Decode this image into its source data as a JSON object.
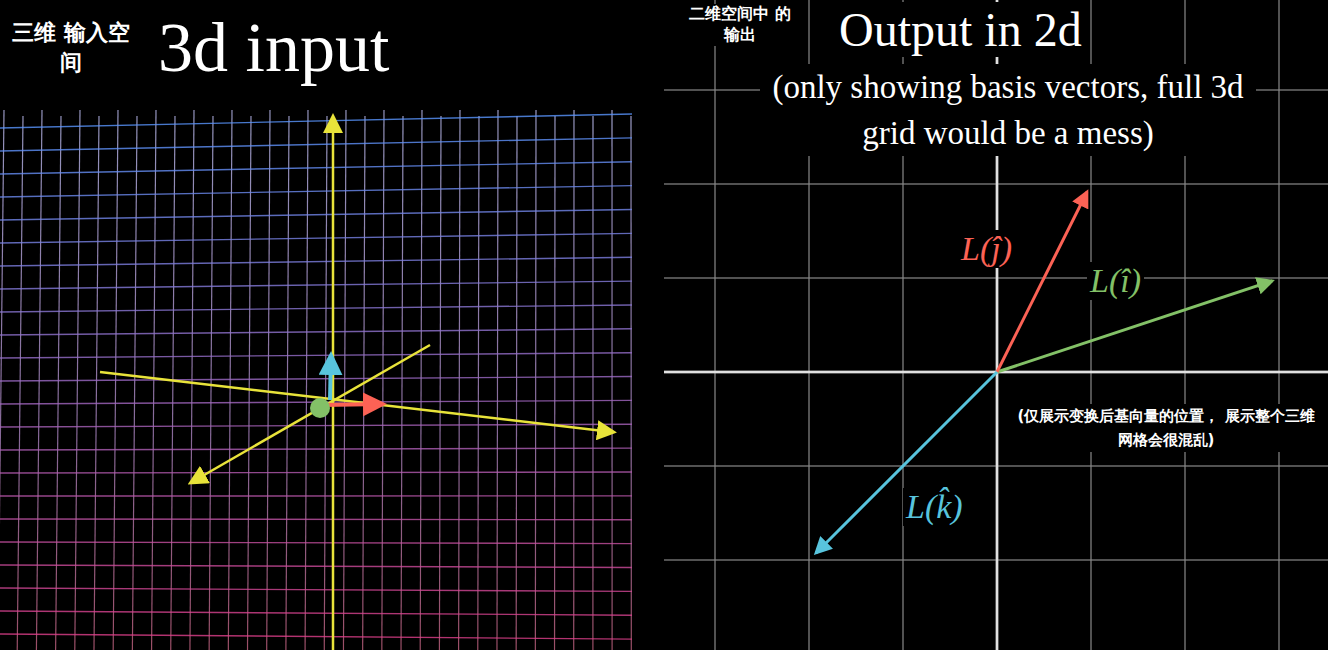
{
  "diagram": {
    "labels": [
      "三维 输入空间",
      "3d input",
      "二维空间中 的输出",
      "Output in 2d",
      "(only showing basis vectors, full 3d grid would be a mess)",
      "L(ĵ)",
      "L(î)",
      "L(k̂)",
      "(仅展示变换后基向量的位置， 展示整个三维网格会很混乱)"
    ]
  }
}
